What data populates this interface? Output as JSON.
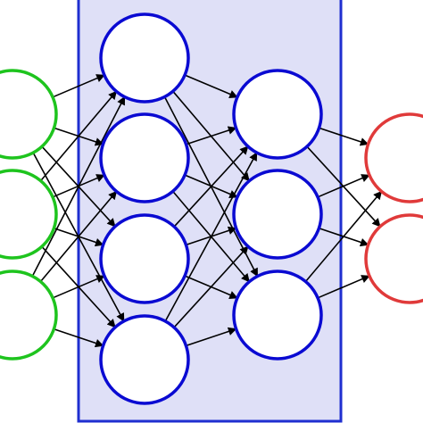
{
  "colors": {
    "background": "#ffffff",
    "input_stroke": "#1ec41e",
    "hidden_stroke": "#0a0ad2",
    "output_stroke": "#e03a3a",
    "node_fill": "#ffffff",
    "panel_fill": "#dfe0f7",
    "panel_stroke": "#1f2fd0",
    "edge": "#000000"
  },
  "network": {
    "layers": [
      {
        "role": "input",
        "nodes": 3
      },
      {
        "role": "hidden",
        "nodes": 4
      },
      {
        "role": "hidden",
        "nodes": 3
      },
      {
        "role": "output",
        "nodes": 2
      }
    ],
    "connectivity": "fully-connected",
    "arrow_direction": "left-to-right",
    "highlighted_layers": [
      1,
      2
    ]
  }
}
